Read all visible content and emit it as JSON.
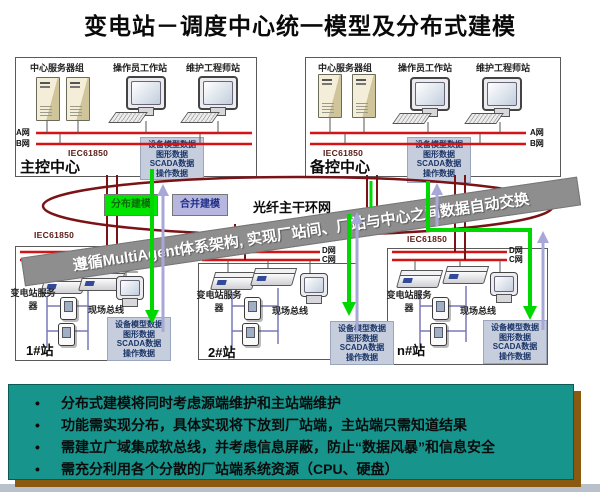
{
  "title": "变电站－调度中心统一模型及分布式建模",
  "centers": {
    "left": {
      "name": "主控中心",
      "server_group_label": "中心服务器组",
      "operator_label": "操作员工作站",
      "maintenance_label": "维护工程师站",
      "net_a": "A网",
      "net_b": "B网",
      "protocol": "IEC61850"
    },
    "right": {
      "name": "备控中心",
      "server_group_label": "中心服务器组",
      "operator_label": "操作员工作站",
      "maintenance_label": "维护工程师站",
      "net_a": "A网",
      "net_b": "B网",
      "protocol": "IEC61850"
    }
  },
  "data_box_lines": [
    "设备模型数据",
    "图形数据",
    "SCADA数据",
    "操作数据"
  ],
  "ring": {
    "label": "光纤主干环网",
    "distributed_label": "分布建模",
    "merged_label": "合并建模"
  },
  "banner_text": "遵循MultiAgent体系架构, 实现厂站间、厂站与中心之间数据自动交换",
  "stations": [
    {
      "name": "1#站",
      "server_label": "变电站服务器",
      "bus_label": "现场总线",
      "protocol": "IEC61850"
    },
    {
      "name": "2#站",
      "server_label": "变电站服务器",
      "bus_label": "现场总线",
      "net_d": "D网",
      "net_c": "C网"
    },
    {
      "name": "n#站",
      "server_label": "变电站服务器",
      "bus_label": "现场总线",
      "net_d": "D网",
      "net_c": "C网",
      "protocol": "IEC61850"
    }
  ],
  "bullets": [
    "分布式建模将同时考虑源端维护和主站端维护",
    "功能需实现分布，具体实现将下放到厂站端，主站端只需知道结果",
    "需建立广域集成软总线，并考虑信息屏蔽，防止“数据风暴”和信息安全",
    "需充分利用各个分散的厂站端系统资源（CPU、硬盘）"
  ],
  "colors": {
    "network_line_red": "#d41414",
    "ring_stroke_darkred": "#7a1216",
    "flow_down_green": "#00d600",
    "flow_up_lavender": "#a8a8d8",
    "banner_gray": "#8e8e8e",
    "panel_teal": "#17948c",
    "panel_shadow_brown": "#8a5a10",
    "data_box_bg": "#c6cede"
  }
}
